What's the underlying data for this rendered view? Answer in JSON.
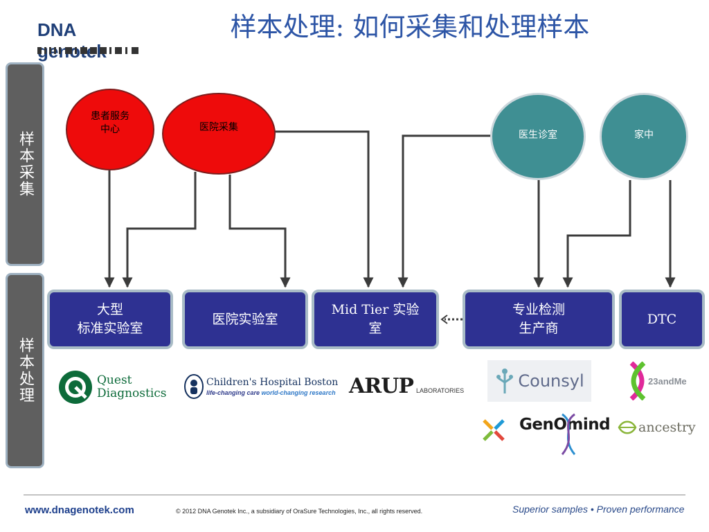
{
  "header": {
    "brand": "DNA genotek",
    "title": "样本处理: 如何采集和处理样本"
  },
  "side_labels": {
    "collection": "样本采集",
    "processing": "样本处理"
  },
  "collection_nodes": [
    {
      "label_lines": [
        "患者服务",
        "中心"
      ],
      "color": "#ee0b0b"
    },
    {
      "label": "医院采集",
      "color": "#ee0b0b"
    },
    {
      "label": "医生诊室",
      "color": "#3f8f93"
    },
    {
      "label": "家中",
      "color": "#3f8f93"
    }
  ],
  "processing_nodes": [
    {
      "label_lines": [
        "大型",
        "标准实验室"
      ]
    },
    {
      "label": "医院实验室"
    },
    {
      "label": "Mid Tier 实验室"
    },
    {
      "label_lines": [
        "专业检测",
        "生产商"
      ]
    },
    {
      "label": "DTC"
    }
  ],
  "logos": {
    "quest": [
      "Quest",
      "Diagnostics"
    ],
    "childrens": {
      "name": "Children's Hospital Boston",
      "tag_a": "life-changing care",
      "tag_b": "world-changing research"
    },
    "arup": {
      "main": "ARUP",
      "sub": "LABORATORIES"
    },
    "counsyl": "Counsyl",
    "t23andme": "23andMe",
    "genomind": "GenOmind",
    "ancestry": "ancestry"
  },
  "footer": {
    "url": "www.dnagenotek.com",
    "copyright": "© 2012 DNA Genotek Inc., a subsidiary of OraSure Technologies, Inc., all rights reserved.",
    "tagline": "Superior samples • Proven performance"
  },
  "colors": {
    "red_node": "#ee0b0b",
    "teal_node": "#3f8f93",
    "box_fill": "#2e3192",
    "title_blue": "#2d55a6"
  }
}
